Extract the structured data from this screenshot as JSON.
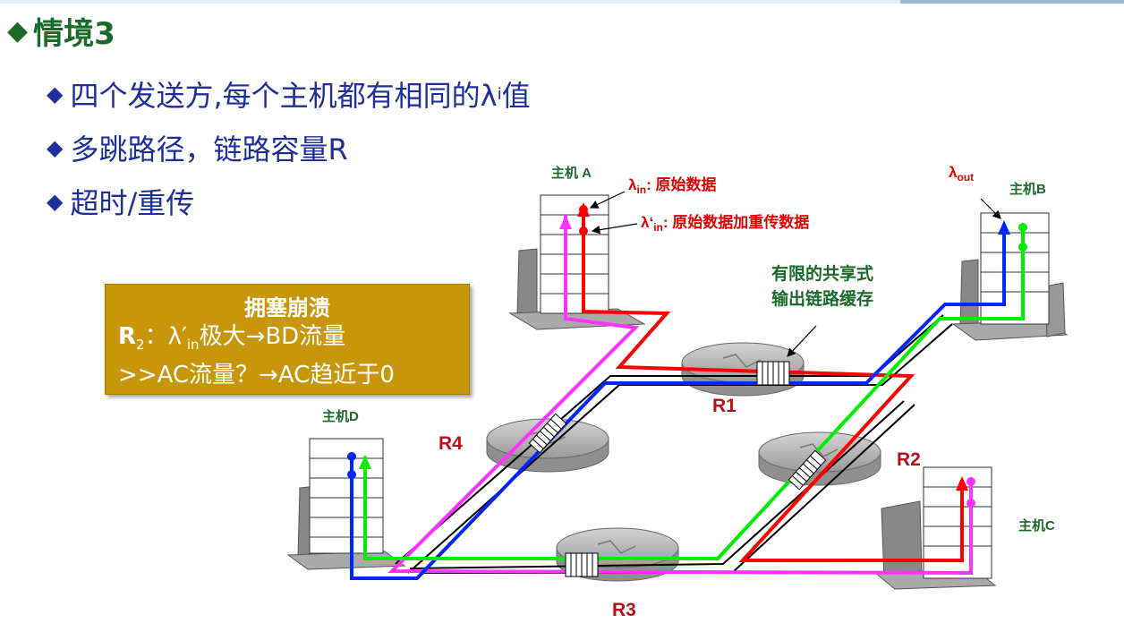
{
  "title": "情境3",
  "bullets": [
    {
      "text": "四个发送方,每个主机都有相同的λ",
      "sub": "i",
      "after": "值"
    },
    {
      "text": "多跳路径，链路容量R"
    },
    {
      "text": "超时/重传"
    }
  ],
  "callout": {
    "heading": "拥塞崩溃",
    "line1_main": "R",
    "line1_sub": "2",
    "line1_rest": "：λ′",
    "line1_sub2": "in",
    "line1_tail": "极大→BD流量",
    "line2": ">>AC流量？→AC趋近于0"
  },
  "hosts": {
    "A": "主机 A",
    "B": "主机B",
    "C": "主机C",
    "D": "主机D"
  },
  "routers": [
    "R1",
    "R2",
    "R3",
    "R4"
  ],
  "labels": {
    "lambda_in_sym": "λ",
    "lambda_in_sub": "in",
    "lambda_in_text": ": 原始数据",
    "lambda_in2_sym": "λ‘",
    "lambda_in2_sub": "in",
    "lambda_in2_text": ": 原始数据加重传数据",
    "lambda_out_sym": "λ",
    "lambda_out_sub": "out",
    "buffer_line1": "有限的共享式",
    "buffer_line2": "输出链路缓存"
  },
  "colors": {
    "title": "#1a6b2a",
    "bullet": "#1f2f9a",
    "callout_bg": "#c8960a",
    "flow_red": "#ff0000",
    "flow_blue": "#0026ff",
    "flow_green": "#00ee00",
    "flow_magenta": "#ff33ff",
    "label_red": "#e00000",
    "label_green": "#1a6b2a"
  }
}
